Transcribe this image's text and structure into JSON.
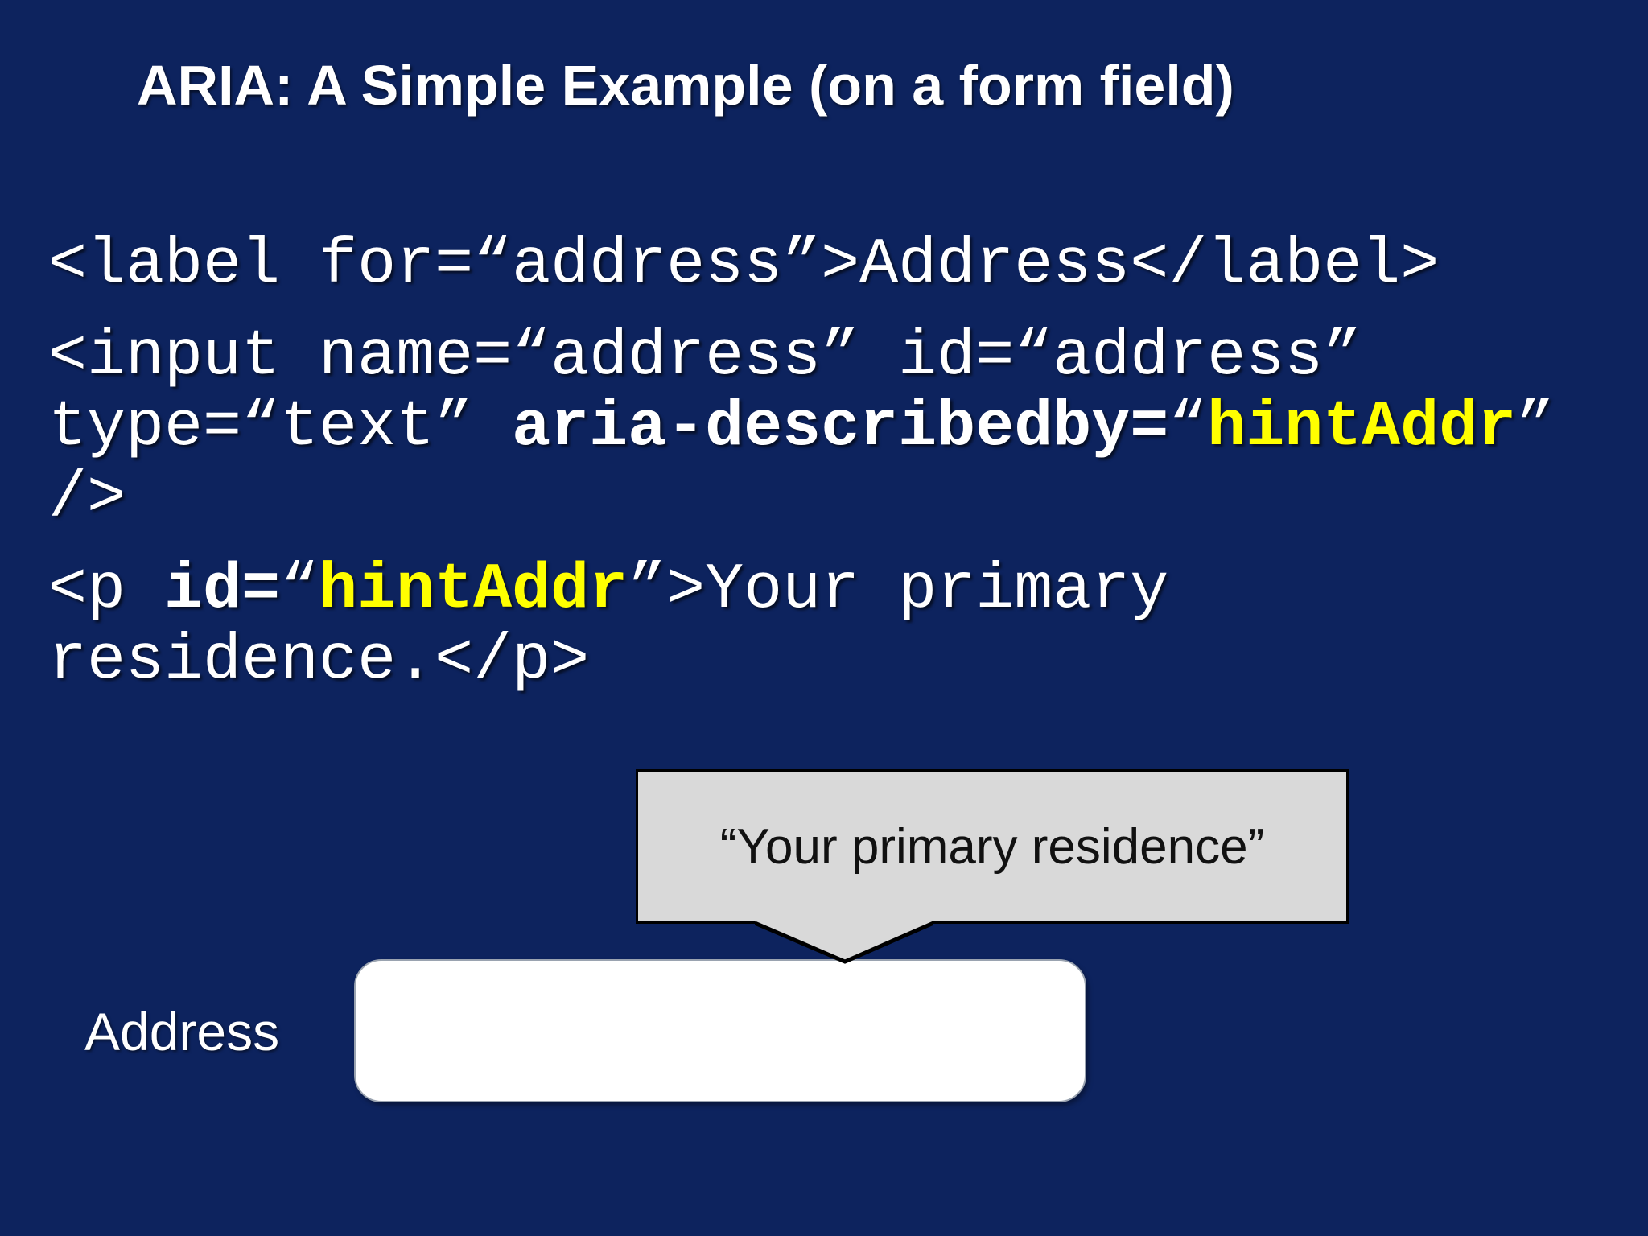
{
  "slide": {
    "title": "ARIA: A Simple Example (on a form field)",
    "colors": {
      "background": "#0d235e",
      "code_text": "#ffffff",
      "highlight": "#ffff00",
      "title_text": "#ffffff",
      "tooltip_bg": "#d9d9d9",
      "tooltip_border": "#000000",
      "tooltip_text": "#111111",
      "input_bg": "#ffffff",
      "input_border": "#9aa3b0"
    }
  },
  "code": {
    "lines": [
      {
        "new_para": false,
        "segments": [
          {
            "text": "<label for=“address”>Address</label>",
            "style": "normal"
          }
        ]
      },
      {
        "new_para": true,
        "segments": [
          {
            "text": "<input name=“address” id=“address”",
            "style": "normal"
          }
        ]
      },
      {
        "new_para": false,
        "segments": [
          {
            "text": "type=“text” ",
            "style": "normal"
          },
          {
            "text": "aria-describedby=",
            "style": "bold"
          },
          {
            "text": "“",
            "style": "normal"
          },
          {
            "text": "hintAddr",
            "style": "bold-yellow"
          },
          {
            "text": "”",
            "style": "normal"
          }
        ]
      },
      {
        "new_para": false,
        "segments": [
          {
            "text": "/>",
            "style": "normal"
          }
        ]
      },
      {
        "new_para": true,
        "segments": [
          {
            "text": "<p ",
            "style": "normal"
          },
          {
            "text": "id=",
            "style": "bold"
          },
          {
            "text": "“",
            "style": "normal"
          },
          {
            "text": "hintAddr",
            "style": "bold-yellow"
          },
          {
            "text": "”>Your primary",
            "style": "normal"
          }
        ]
      },
      {
        "new_para": false,
        "segments": [
          {
            "text": "residence.</p>",
            "style": "normal"
          }
        ]
      }
    ]
  },
  "tooltip": {
    "text": "“Your primary residence”",
    "pointer_icon": "callout-down-pointer"
  },
  "form": {
    "label": "Address",
    "input_value": "",
    "input_placeholder": ""
  }
}
